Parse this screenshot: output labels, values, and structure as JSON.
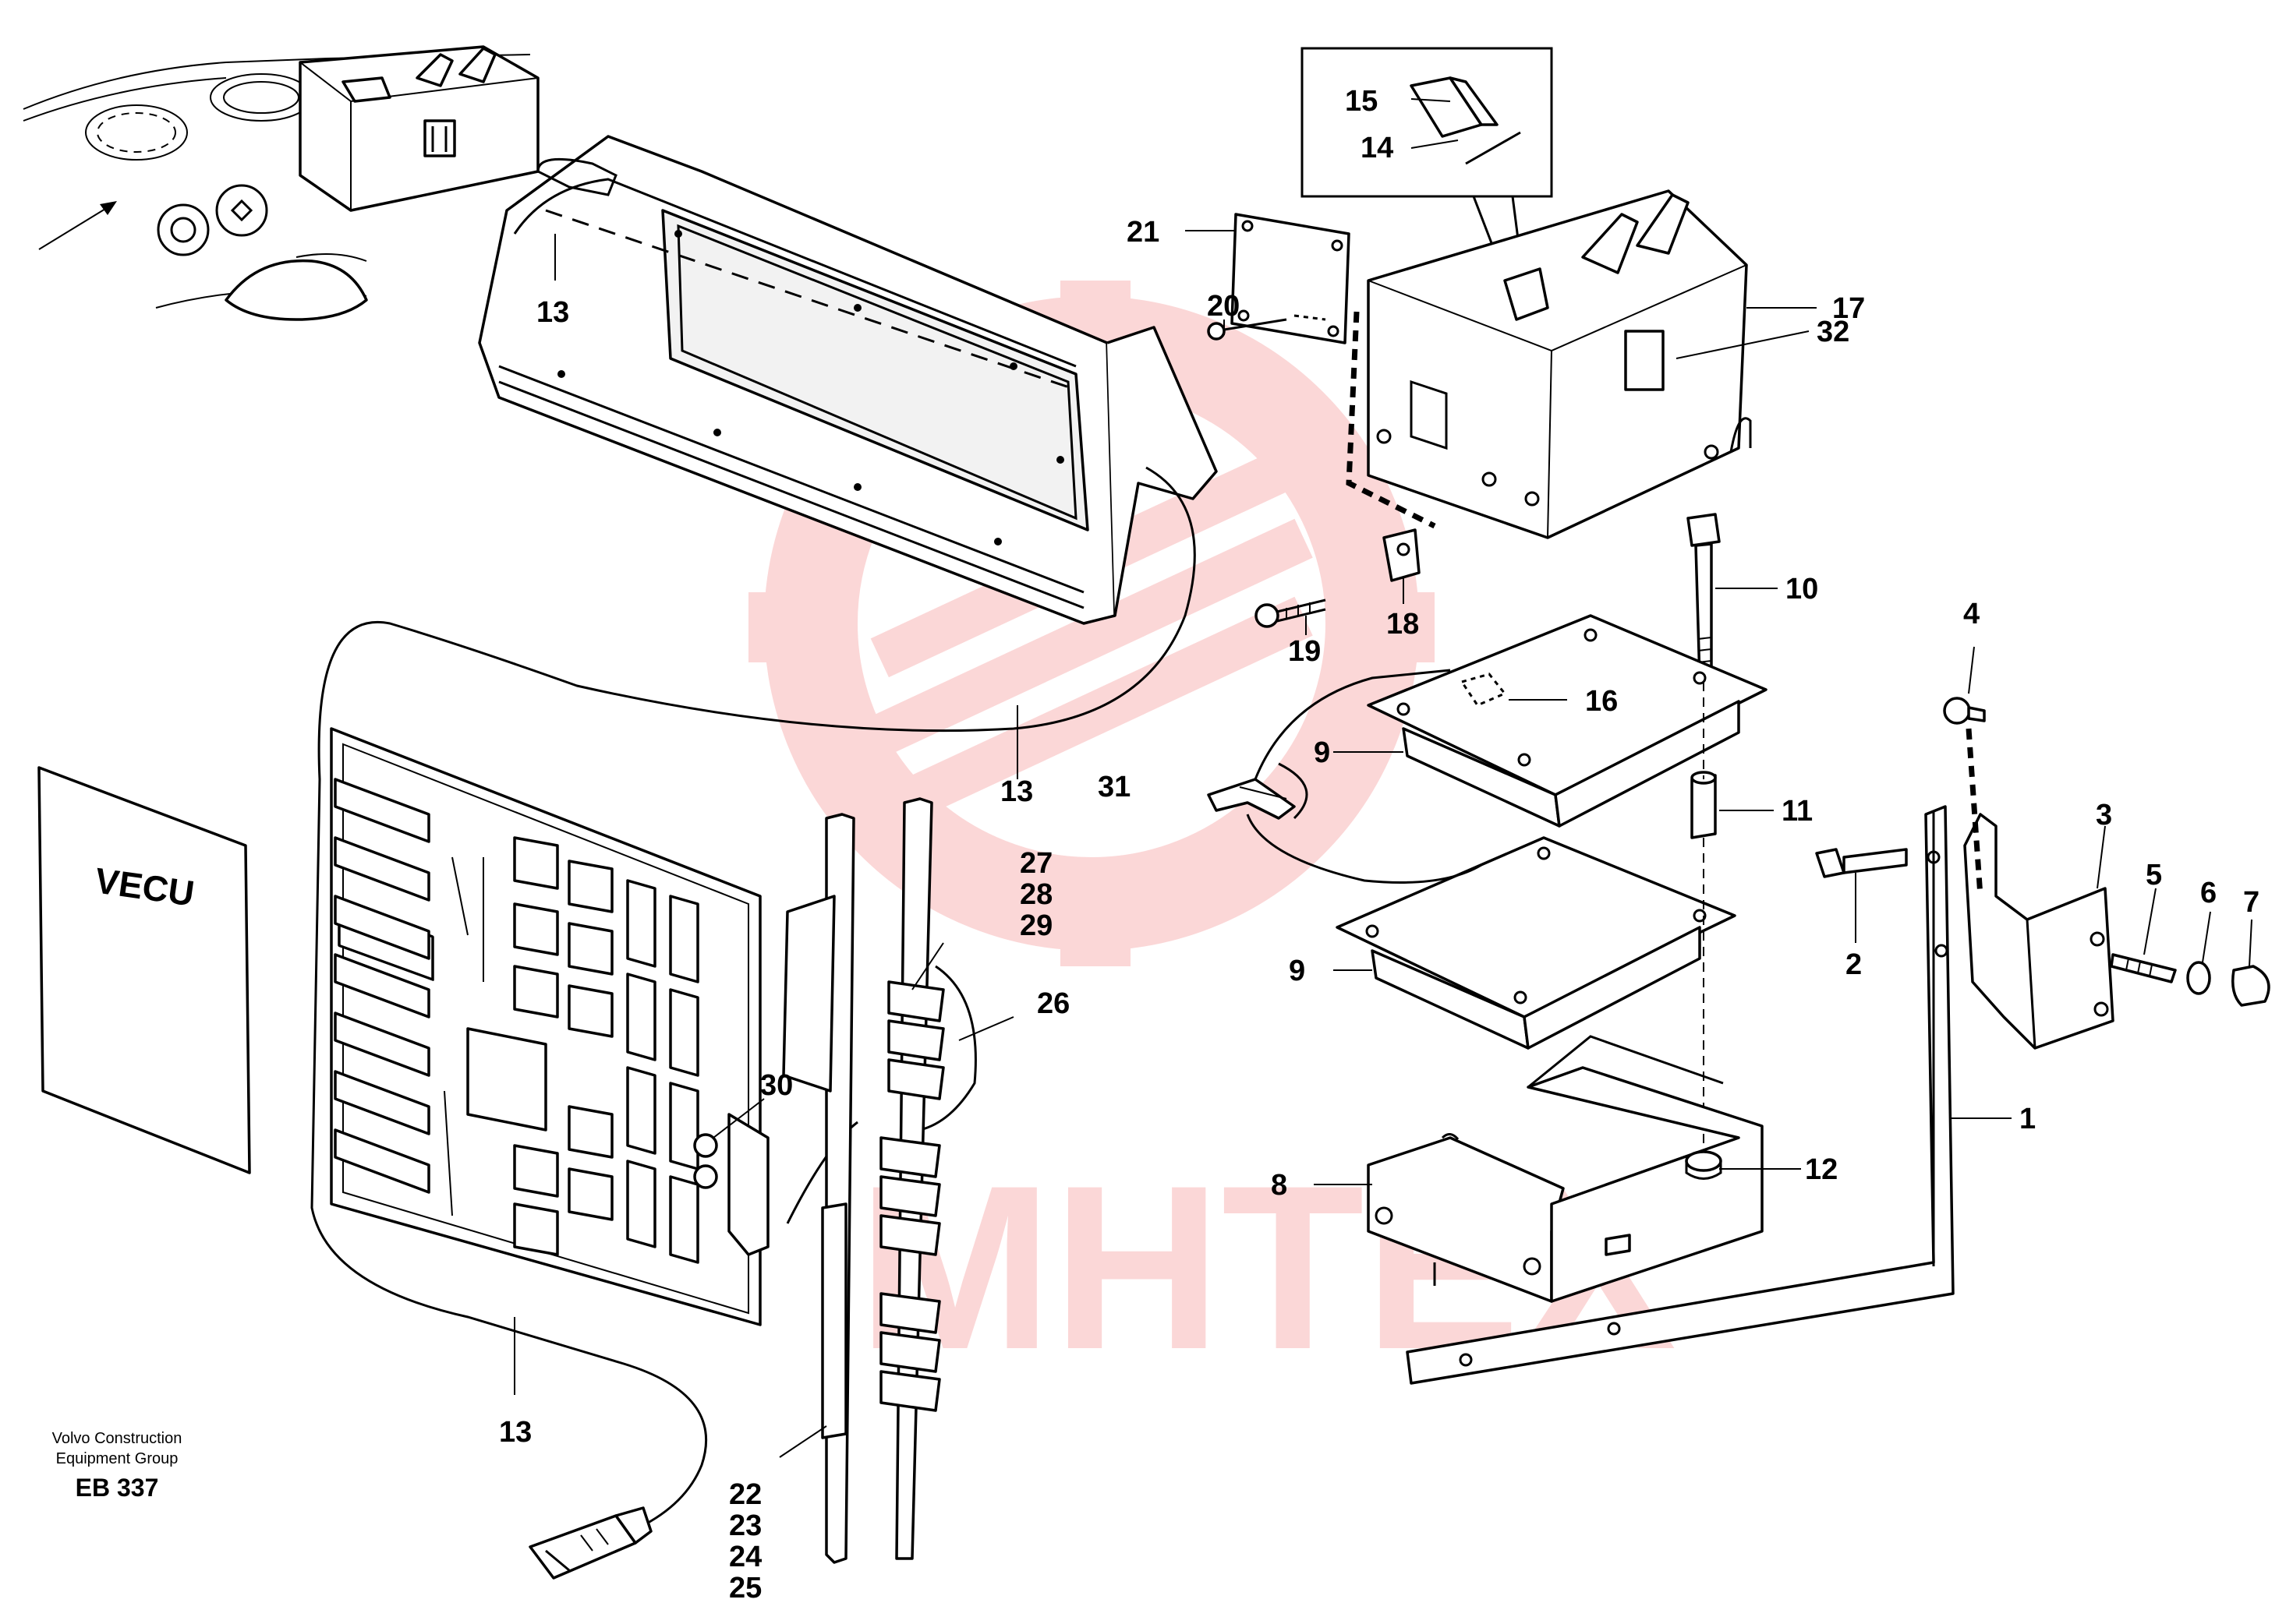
{
  "diagram": {
    "card_label": "VECU",
    "footer": {
      "group_line1": "Volvo Construction",
      "group_line2": "Equipment Group",
      "code": "EB 337"
    },
    "watermark": {
      "text": "МНТЕХ",
      "color": "#e60000"
    },
    "callouts": {
      "c1": "1",
      "c2": "2",
      "c3": "3",
      "c4": "4",
      "c5": "5",
      "c6": "6",
      "c7": "7",
      "c8": "8",
      "c9a": "9",
      "c9b": "9",
      "c10": "10",
      "c11": "11",
      "c12": "12",
      "c13a": "13",
      "c13b": "13",
      "c13c": "13",
      "c14": "14",
      "c15": "15",
      "c16": "16",
      "c17": "17",
      "c18": "18",
      "c19": "19",
      "c20": "20",
      "c21": "21",
      "c22": "22",
      "c23": "23",
      "c24": "24",
      "c25": "25",
      "c26": "26",
      "c27": "27",
      "c28": "28",
      "c29": "29",
      "c30": "30",
      "c31": "31",
      "c32": "32"
    }
  }
}
